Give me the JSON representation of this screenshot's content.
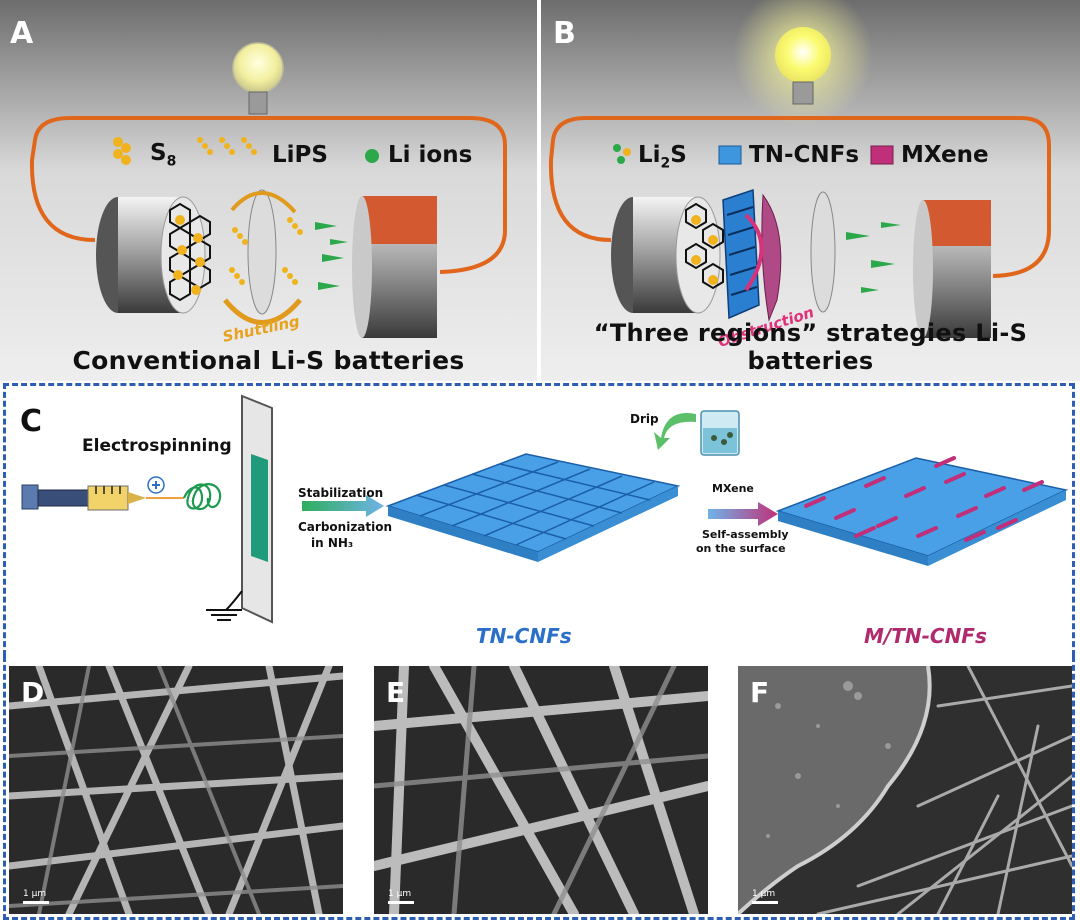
{
  "panelA": {
    "letter": "A",
    "legend": {
      "s8_base": "S",
      "s8_sub": "8",
      "lips": "LiPS",
      "li_ions": "Li ions"
    },
    "shuttling": "Shuttling",
    "title": "Conventional Li-S batteries"
  },
  "panelB": {
    "letter": "B",
    "legend": {
      "li2s_a": "Li",
      "li2s_sub": "2",
      "li2s_b": "S",
      "tncnfs": "TN-CNFs",
      "mxene": "MXene"
    },
    "obstruction": "Obstruction",
    "title": "“Three regions” strategies Li-S batteries"
  },
  "panelC": {
    "letter": "C",
    "electrospinning": "Electrospinning",
    "stabilization": "Stabilization",
    "carbonization": "Carbonization",
    "in_nh3": "in NH₃",
    "drip": "Drip",
    "mxene": "MXene",
    "self_assembly": "Self-assembly",
    "on_surface": "on the surface",
    "tncnfs_label": "TN-CNFs",
    "mtncnfs_label": "M/TN-CNFs"
  },
  "panelD": {
    "letter": "D",
    "scale": "1 μm"
  },
  "panelE": {
    "letter": "E",
    "scale": "1 μm"
  },
  "panelF": {
    "letter": "F",
    "scale": "1 μm"
  },
  "colors": {
    "wire": "#e0661c",
    "tncnf_blue": "#3d96de",
    "mxene_pink": "#c0307a",
    "sulfur_yellow": "#f0b31e",
    "li_green": "#2aa84a",
    "dash_border": "#2c5fb3",
    "label_blue": "#2a6fc8",
    "label_pink": "#b02a6e"
  }
}
